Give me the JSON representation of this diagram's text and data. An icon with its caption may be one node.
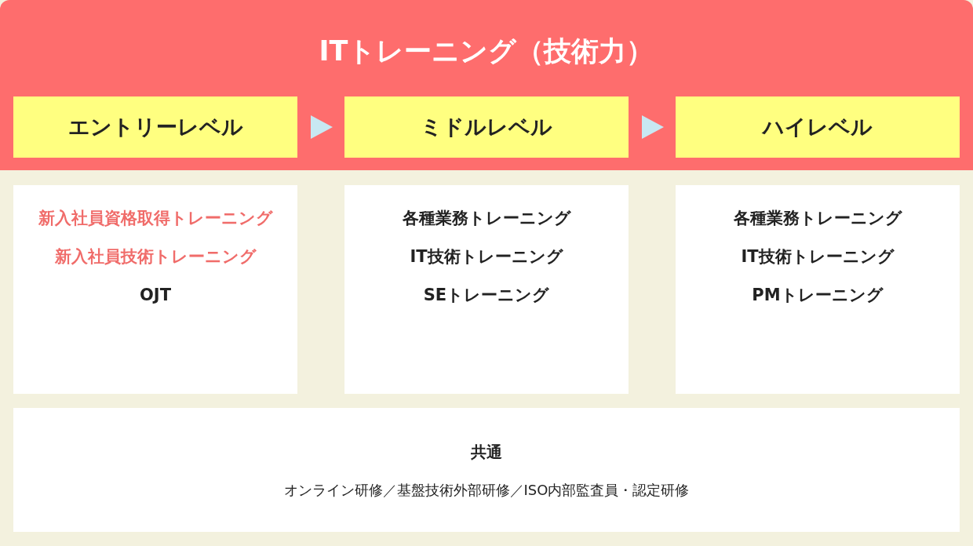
{
  "diagram": {
    "title": "ITトレーニング（技術力）",
    "nodes": [
      {
        "text": [
          "エントリーレベル"
        ]
      },
      {
        "text": [
          "ミドルレベル"
        ]
      },
      {
        "text": [
          "ハイレベル"
        ]
      },
      {
        "text": [
          "新入社員資格取得トレーニング",
          "新入社員技術トレーニング",
          "OJT"
        ]
      },
      {
        "text": [
          "各種業務トレーニング",
          "IT技術トレーニング",
          "SEトレーニング"
        ]
      },
      {
        "text": [
          "各種業務トレーニング",
          "IT技術トレーニング",
          "PMトレーニング"
        ]
      },
      {
        "text": [
          "共通",
          "オンライン研修／基盤技術外部研修／ISO内部監査員・認定研修"
        ]
      }
    ],
    "edges": [
      {
        "from": 0,
        "to": 1,
        "arrow": "to"
      },
      {
        "from": 1,
        "to": 2,
        "arrow": "to"
      }
    ]
  }
}
